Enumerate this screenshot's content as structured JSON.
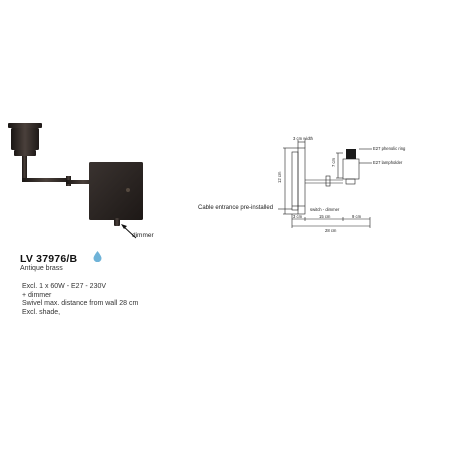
{
  "product": {
    "code": "LV 37976/B",
    "finish": "Antique brass",
    "specs": [
      "Excl. 1 x 60W - E27 - 230V",
      "+ dimmer",
      "Swivel max. distance from wall 28 cm",
      "Excl. shade,"
    ]
  },
  "photo": {
    "dimmer_label": "dimmer"
  },
  "drawing": {
    "cable_label": "Cable entrance pre-installed",
    "width_label": "3 cm width",
    "phenolic_ring": "E27 phenolic ring",
    "lampholder": "E27 lampholder",
    "height_plate": "12 cm",
    "height_holder": "7 cm",
    "switch_label": "switch - dimmer",
    "dim_3cm": "3 cm",
    "dim_15cm": "15 cm",
    "dim_9cm": "9 cm",
    "dim_28cm": "28 cm"
  },
  "colors": {
    "metal": "#2b2522",
    "water_drop": "#6fb3d8",
    "line": "#222222"
  },
  "icons": {
    "water_drop": "water-drop-icon",
    "arrow": "arrow-icon"
  }
}
